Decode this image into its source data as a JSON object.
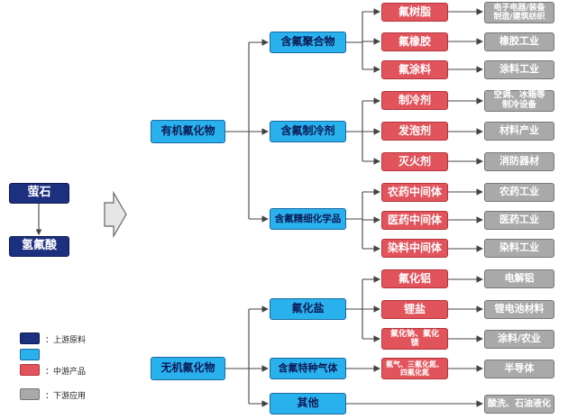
{
  "colors": {
    "raw_material": "#1d2f7f",
    "intermediate": "#29b1ee",
    "product": "#e2545c",
    "application": "#a9a9a9",
    "connector": "#444444"
  },
  "raw": {
    "fluorite": "萤石",
    "hf": "氢氟酸"
  },
  "categories": {
    "organic": "有机氟化物",
    "inorganic": "无机氟化物"
  },
  "subcategories": {
    "polymer": "含氟聚合物",
    "refrigerant": "含氟制冷剂",
    "fine_chem": "含氟精细化学品",
    "salt": "氟化盐",
    "special_gas": "含氟特种气体",
    "other": "其他"
  },
  "products": {
    "resin": "氟树脂",
    "rubber": "氟橡胶",
    "coating": "氟涂料",
    "coolant": "制冷剂",
    "foaming": "发泡剂",
    "extinguishing": "灭火剂",
    "pesticide_inter": "农药中间体",
    "pharma_inter": "医药中间体",
    "dye_inter": "染料中间体",
    "al_fluoride": "氟化铝",
    "li_salt": "锂盐",
    "na_mg_fluoride": "氟化钠、氟化镁",
    "gases": "氟气、三氟化氮、四氟化氮"
  },
  "applications": {
    "electronics": "电子电器/装备制造/建筑纺织",
    "rubber_industry": "橡胶工业",
    "coating_industry": "涂料工业",
    "ac_fridge": "空调、冰箱等制冷设备",
    "materials": "材料产业",
    "fire": "消防器材",
    "pesticide": "农药工业",
    "pharma": "医药工业",
    "dye": "染料工业",
    "electrolytic_al": "电解铝",
    "battery": "锂电池材料",
    "coating_agri": "涂料/农业",
    "semiconductor": "半导体",
    "pickling": "酸洗、石油液化"
  },
  "legend": {
    "raw_label": "：上游原料",
    "mid_label": "：中游产品",
    "down_label": "：下游应用"
  }
}
